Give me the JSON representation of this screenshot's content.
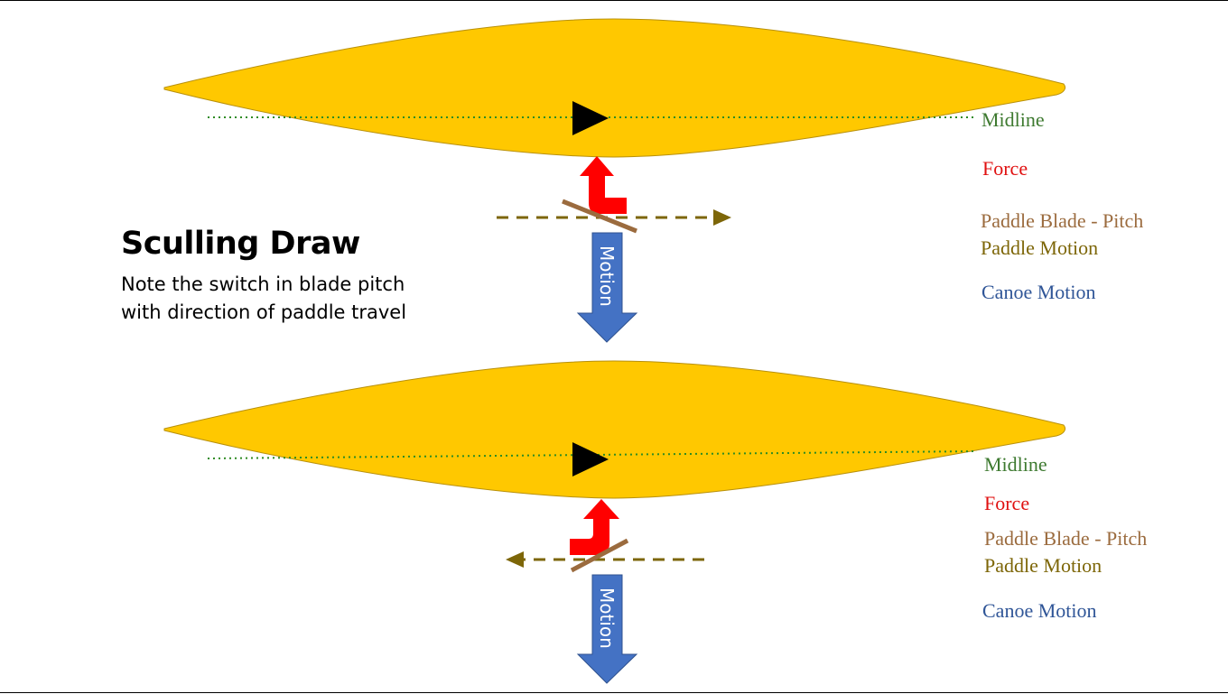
{
  "title": "Sculling Draw",
  "subtitle_lines": [
    "Note the switch in blade pitch",
    "with direction of paddle travel"
  ],
  "colors": {
    "hull": "#ffc800",
    "midline": "#2e8b22",
    "force": "#ff0000",
    "paddle_blade": "#9b6b3e",
    "paddle_motion": "#7d6608",
    "canoe_motion": "#4472c4"
  },
  "top_diagram": {
    "legend": {
      "midline": "Midline",
      "force": "Force",
      "pitch": "Paddle Blade - Pitch",
      "paddle_motion": "Paddle Motion",
      "canoe_motion": "Canoe Motion"
    },
    "motion_arrow_text": "Motion"
  },
  "bottom_diagram": {
    "legend": {
      "midline": "Midline",
      "force": "Force",
      "pitch": "Paddle Blade - Pitch",
      "paddle_motion": "Paddle Motion",
      "canoe_motion": "Canoe Motion"
    },
    "motion_arrow_text": "Motion"
  }
}
